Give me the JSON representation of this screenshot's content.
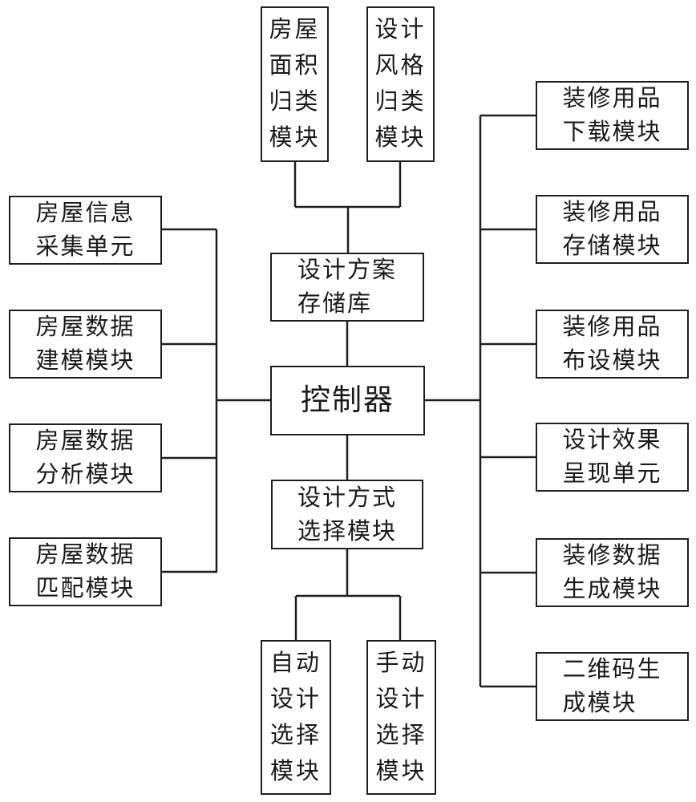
{
  "diagram": {
    "background": "#ffffff",
    "line_color": "#1f1f1f",
    "text_color": "#1a1a1a",
    "nodes": {
      "top": [
        {
          "label": "房屋\n面积\n归类\n模块"
        },
        {
          "label": "设计\n风格\n归类\n模块"
        }
      ],
      "left": [
        {
          "label": "房屋信息\n采集单元"
        },
        {
          "label": "房屋数据\n建模模块"
        },
        {
          "label": "房屋数据\n分析模块"
        },
        {
          "label": "房屋数据\n匹配模块"
        }
      ],
      "center": [
        {
          "label": "设计方案\n存储库"
        },
        {
          "label": "控制器"
        },
        {
          "label": "设计方式\n选择模块"
        }
      ],
      "right": [
        {
          "label": "装修用品\n下载模块"
        },
        {
          "label": "装修用品\n存储模块"
        },
        {
          "label": "装修用品\n布设模块"
        },
        {
          "label": "设计效果\n呈现单元"
        },
        {
          "label": "装修数据\n生成模块"
        },
        {
          "label": "二维码生\n成模块"
        }
      ],
      "bottom": [
        {
          "label": "自动\n设计\n选择\n模块"
        },
        {
          "label": "手动\n设计\n选择\n模块"
        }
      ]
    }
  }
}
